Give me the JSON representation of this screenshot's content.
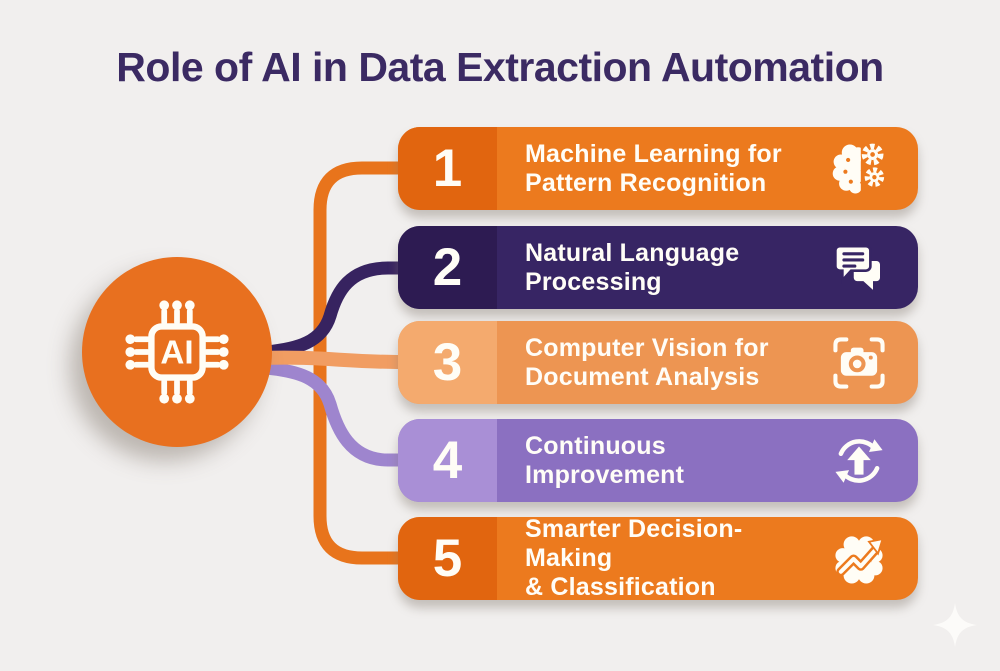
{
  "page": {
    "title": "Role of AI in Data Extraction Automation",
    "title_color": "#3b2a63",
    "background": "#f1efee"
  },
  "hub": {
    "label": "AI",
    "icon": "ai-chip-icon",
    "color": "#e8701f"
  },
  "items": [
    {
      "number": "1",
      "line1": "Machine Learning for",
      "line2": "Pattern Recognition",
      "icon": "brain-gears-icon",
      "colors": {
        "bar": "#ec7a1e",
        "number_block": "#e1650f",
        "connector": "#e8741c"
      }
    },
    {
      "number": "2",
      "line1": "Natural Language",
      "line2": "Processing",
      "icon": "chat-bubbles-icon",
      "colors": {
        "bar": "#372564",
        "number_block": "#2d1b52",
        "connector": "#372360"
      }
    },
    {
      "number": "3",
      "line1": "Computer Vision for",
      "line2": "Document Analysis",
      "icon": "camera-scan-icon",
      "colors": {
        "bar": "#ed9552",
        "number_block": "#f4aa6e",
        "connector": "#f19d62"
      }
    },
    {
      "number": "4",
      "line1": "Continuous",
      "line2": "Improvement",
      "icon": "sync-arrows-icon",
      "colors": {
        "bar": "#8b70c1",
        "number_block": "#a98fd6",
        "connector": "#9e85ce"
      }
    },
    {
      "number": "5",
      "line1": "Smarter Decision-Making",
      "line2": "& Classification",
      "icon": "brain-growth-arrow-icon",
      "colors": {
        "bar": "#ec7a1e",
        "number_block": "#e1650f",
        "connector": "#e8741c"
      }
    }
  ],
  "decor": {
    "sparkle": "sparkle-icon",
    "sparkle_color": "#fdfcfa"
  }
}
